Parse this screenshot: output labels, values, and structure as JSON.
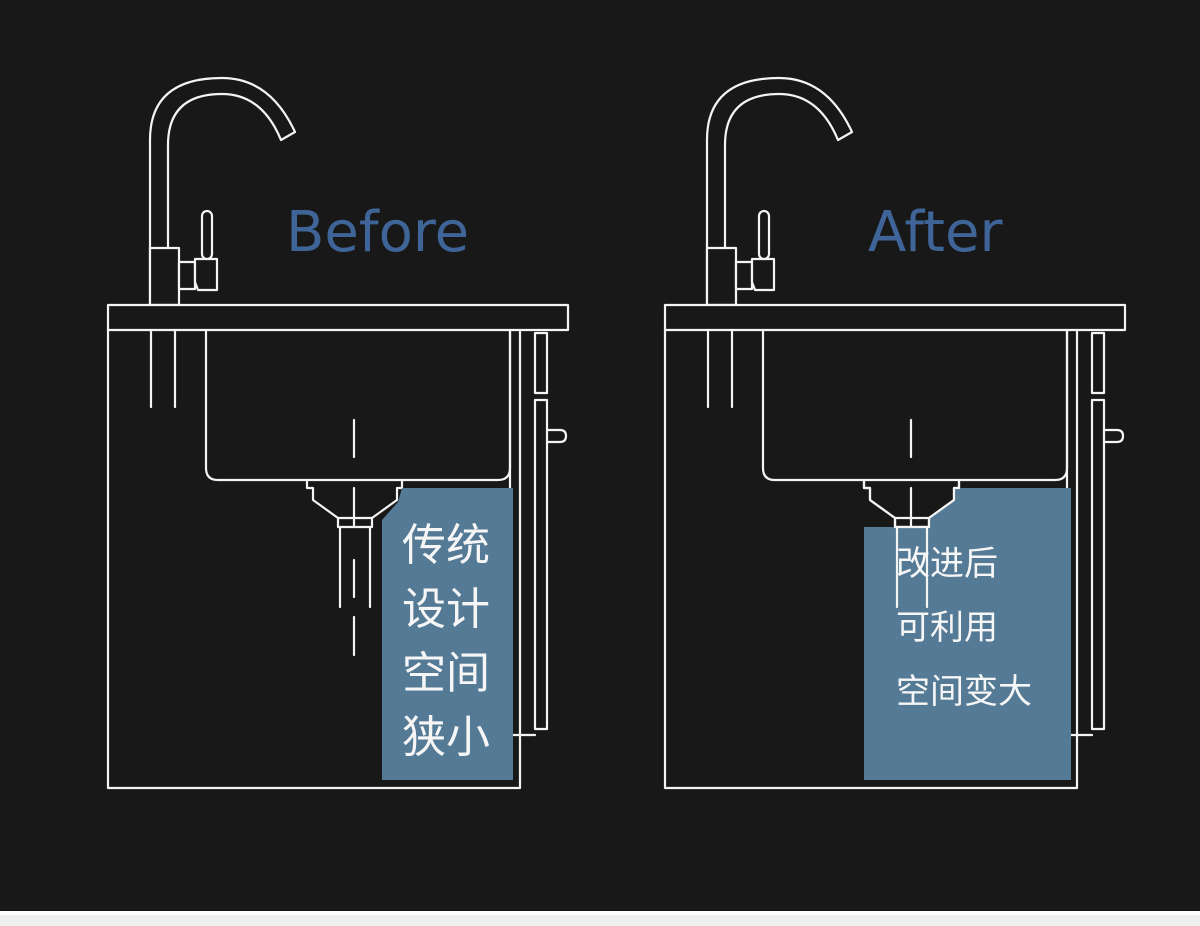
{
  "colors": {
    "background": "#181818",
    "line": "#f4f4f4",
    "title": "#3f6497",
    "panel": "#547a95",
    "panel_text": "#f6f6f6"
  },
  "panels": [
    {
      "key": "before",
      "title": "Before",
      "caption_lines": [
        "传统",
        "设计",
        "空间",
        "狭小"
      ],
      "icon": "sink-cabinet-icon"
    },
    {
      "key": "after",
      "title": "After",
      "caption_lines": [
        "改进后",
        "可利用",
        "空间变大"
      ],
      "icon": "sink-cabinet-icon"
    }
  ]
}
